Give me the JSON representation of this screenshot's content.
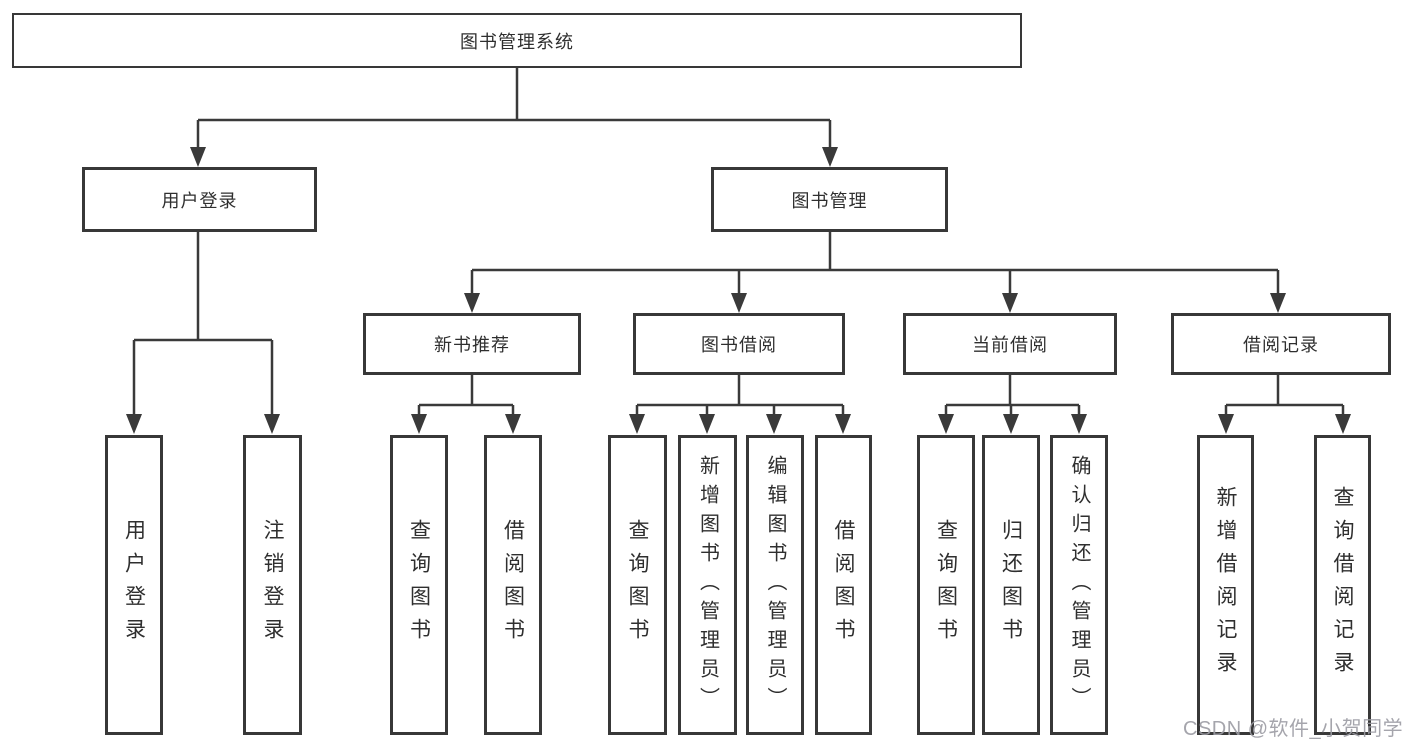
{
  "tree": {
    "root": {
      "label": "图书管理系统",
      "children": [
        {
          "label": "用户登录",
          "children": [
            {
              "label": "用户登录"
            },
            {
              "label": "注销登录"
            }
          ]
        },
        {
          "label": "图书管理",
          "children": [
            {
              "label": "新书推荐",
              "children": [
                {
                  "label": "查询图书"
                },
                {
                  "label": "借阅图书"
                }
              ]
            },
            {
              "label": "图书借阅",
              "children": [
                {
                  "label": "查询图书"
                },
                {
                  "label": "新增图书（管理员）"
                },
                {
                  "label": "编辑图书（管理员）"
                },
                {
                  "label": "借阅图书"
                }
              ]
            },
            {
              "label": "当前借阅",
              "children": [
                {
                  "label": "查询图书"
                },
                {
                  "label": "归还图书"
                },
                {
                  "label": "确认归还（管理员）"
                }
              ]
            },
            {
              "label": "借阅记录",
              "children": [
                {
                  "label": "新增借阅记录"
                },
                {
                  "label": "查询借阅记录"
                }
              ]
            }
          ]
        }
      ]
    }
  },
  "watermark": "CSDN @软件_小贺同学",
  "colors": {
    "line": "#3a3a3a",
    "box_border": "#383838",
    "text": "#2f2f2f",
    "background": "#ffffff",
    "watermark": "#9c9ca4"
  }
}
